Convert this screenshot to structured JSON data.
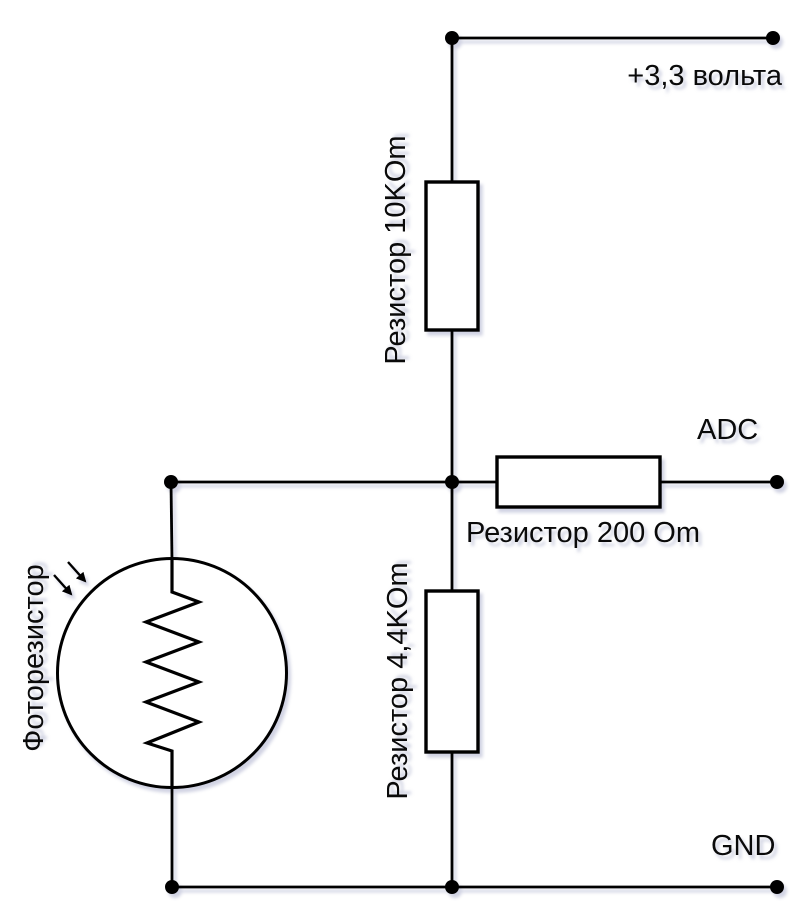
{
  "diagram": {
    "kind": "circuit-schematic",
    "description": "Photoresistor voltage divider feeding an ADC input",
    "nets": {
      "supply_label": "+3,3 вольта",
      "adc_label": "ADC",
      "gnd_label": "GND"
    },
    "components": {
      "r_pullup": {
        "label": "Резистор 10KOm"
      },
      "r_lower": {
        "label": "Резистор 4,4KOm"
      },
      "r_series": {
        "label": "Резистор 200 Om"
      },
      "photoresistor": {
        "label": "Фоторезистор"
      }
    },
    "colors": {
      "line": "#000000",
      "component_fill": "#ffffff",
      "background": "#ffffff",
      "shadow": "rgba(152,158,192,0.45)"
    }
  }
}
